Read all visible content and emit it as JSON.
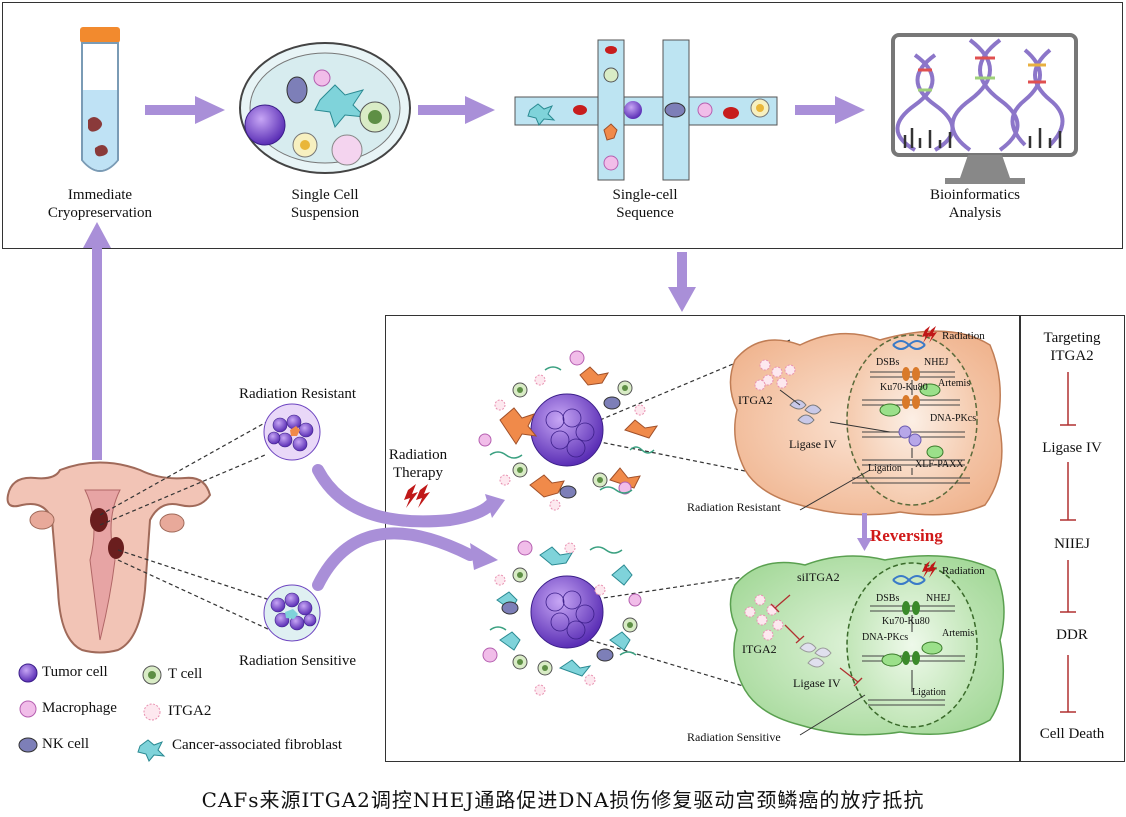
{
  "workflow": {
    "steps": [
      {
        "label": "Immediate\nCryopreservation",
        "icon": "test-tube-icon"
      },
      {
        "label": "Single Cell\nSuspension",
        "icon": "petri-dish-icon"
      },
      {
        "label": "Single-cell\nSequence",
        "icon": "microfluidic-chip-icon"
      },
      {
        "label": "Bioinformatics\nAnalysis",
        "icon": "dna-monitor-icon"
      }
    ]
  },
  "patient": {
    "radiation_resistant": "Radiation Resistant",
    "radiation_sensitive": "Radiation Sensitive",
    "therapy": "Radiation\nTherapy"
  },
  "resistant_cell": {
    "radiation": "Radiation",
    "dsbs": "DSBs",
    "nhej": "NHEJ",
    "ku": "Ku70-Ku80",
    "artemis": "Artemis",
    "dnapkcs": "DNA-PKcs",
    "xlf": "XLF-PAXX",
    "ligation": "Ligation",
    "itga2": "ITGA2",
    "ligase": "Ligase IV",
    "outcome": "Radiation Resistant"
  },
  "reversing": "Reversing",
  "sensitive_cell": {
    "radiation": "Radiation",
    "siitga2": "siITGA2",
    "dsbs": "DSBs",
    "nhej": "NHEJ",
    "ku": "Ku70-Ku80",
    "artemis": "Artemis",
    "dnapkcs": "DNA-PKcs",
    "ligation": "Ligation",
    "itga2": "ITGA2",
    "ligase": "Ligase IV",
    "outcome": "Radiation Sensitive"
  },
  "pathway": [
    "Targeting\nITGA2",
    "Ligase IV",
    "NIIEJ",
    "DDR",
    "Cell Death"
  ],
  "legend": [
    {
      "label": "Tumor cell",
      "icon": "tumor-cell-icon"
    },
    {
      "label": "T cell",
      "icon": "t-cell-icon"
    },
    {
      "label": "Macrophage",
      "icon": "macrophage-icon"
    },
    {
      "label": "ITGA2",
      "icon": "itga2-icon"
    },
    {
      "label": "NK cell",
      "icon": "nk-cell-icon"
    },
    {
      "label": "Cancer-associated fibroblast",
      "icon": "fibroblast-icon"
    }
  ],
  "caption": "CAFs来源ITGA2调控NHEJ通路促进DNA损伤修复驱动宫颈鳞癌的放疗抵抗",
  "colors": {
    "arrow": "#a98fd8",
    "tumor": "#7b4fd0",
    "resistant_cell_fill": "#f6c9ad",
    "sensitive_cell_fill": "#bde3b4",
    "inhibit": "#b03030",
    "reversing": "#d01818"
  }
}
